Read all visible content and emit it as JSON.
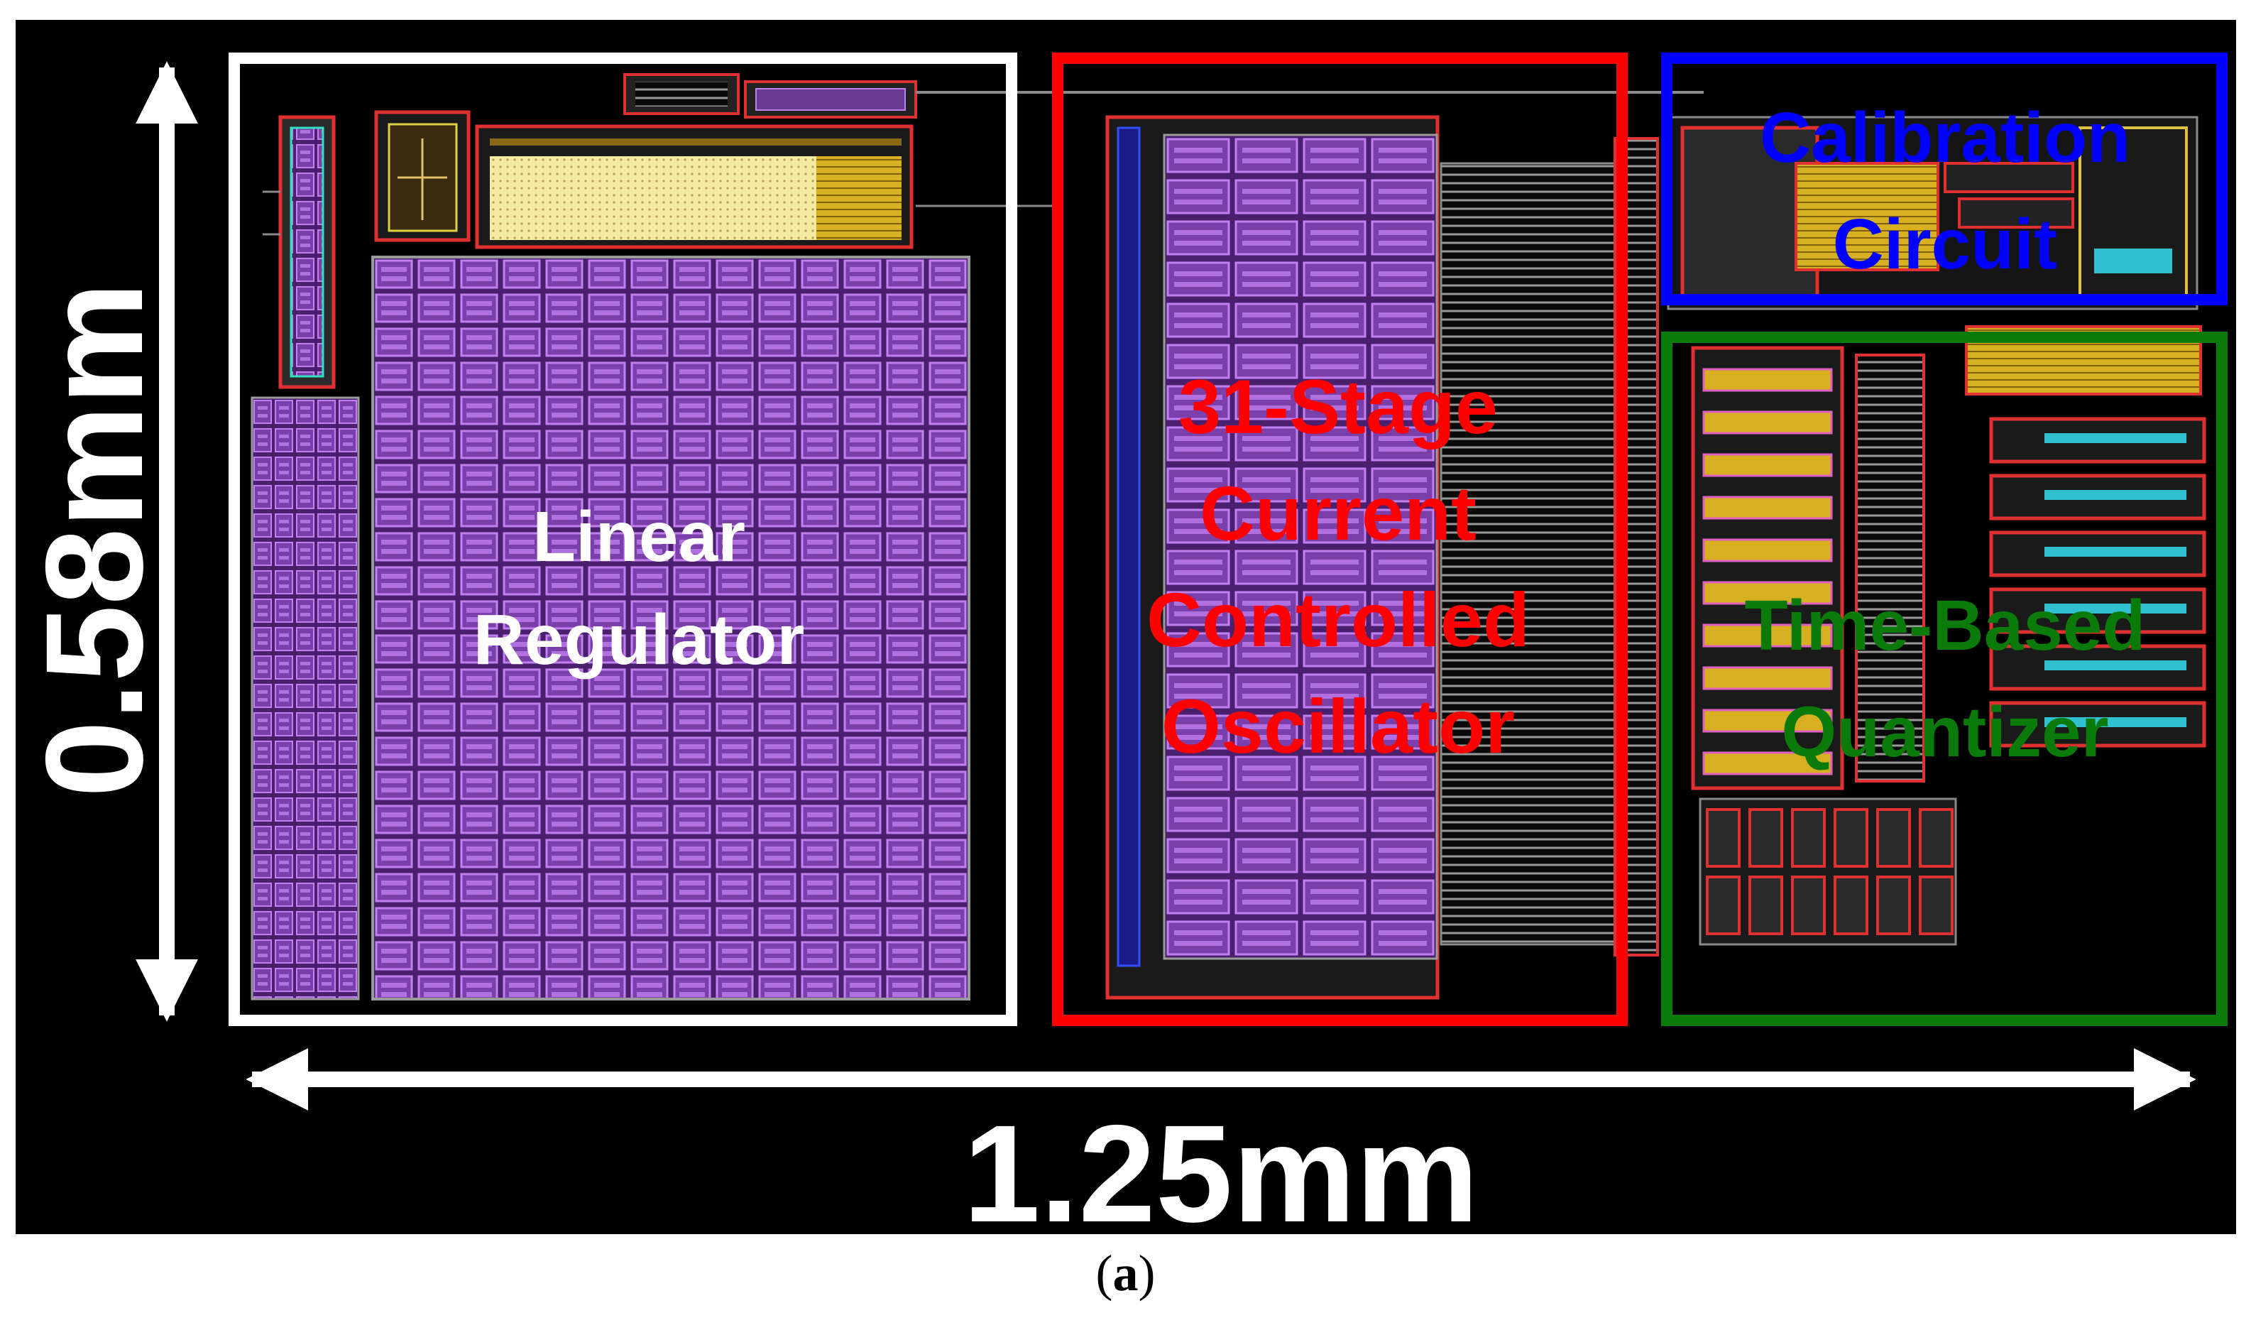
{
  "figure": {
    "caption": {
      "letter": "a"
    },
    "dimensions": {
      "height_label": "0.58mm",
      "width_label": "1.25mm"
    },
    "blocks": [
      {
        "id": "linear-regulator",
        "lines": [
          "Linear",
          "Regulator"
        ],
        "color": "#ffffff"
      },
      {
        "id": "cco",
        "lines": [
          "31-Stage",
          "Current",
          "Controlled",
          "Oscillator"
        ],
        "color": "#ff0000"
      },
      {
        "id": "calibration",
        "lines": [
          "Calibration",
          "Circuit"
        ],
        "color": "#0000ff"
      },
      {
        "id": "quantizer",
        "lines": [
          "Time-Based",
          "Quantizer"
        ],
        "color": "#0a7a0a"
      }
    ],
    "colors": {
      "background": "#000000",
      "purple_fill": "#7a3fa8",
      "purple_cell": "#b070e0",
      "layout_trace": "#8a8a8a",
      "yellow_block": "#f4eaa0",
      "orange_trace": "#e07020"
    }
  }
}
